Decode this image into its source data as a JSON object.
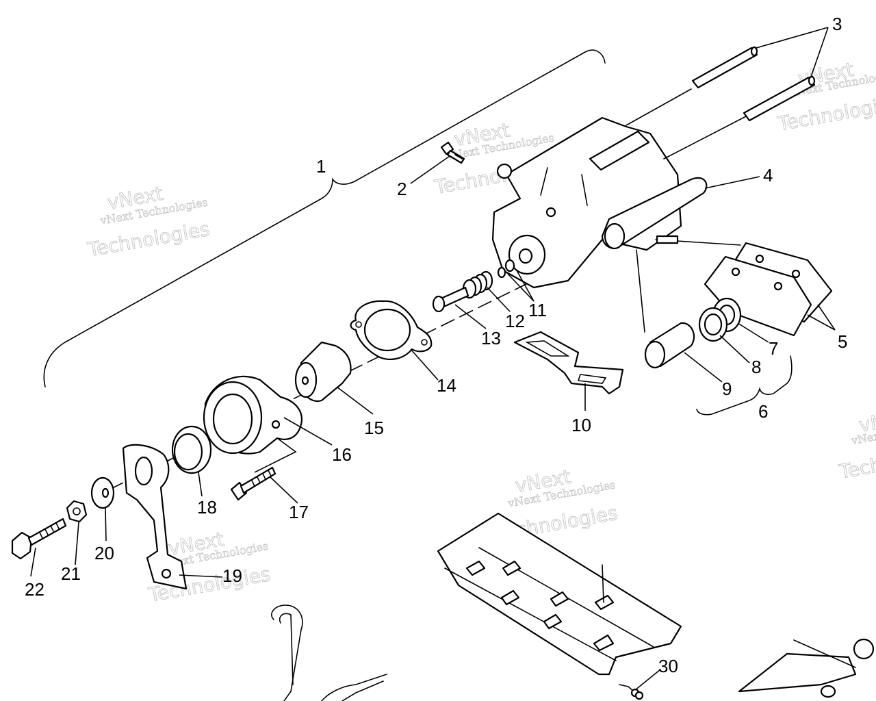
{
  "watermark": {
    "text_small": "vNext Technologies",
    "text_line1": "vNext",
    "text_line2": "Technologies"
  },
  "callouts": {
    "c1": "1",
    "c2": "2",
    "c3": "3",
    "c4": "4",
    "c5": "5",
    "c6": "6",
    "c7": "7",
    "c8": "8",
    "c9": "9",
    "c10": "10",
    "c11": "11",
    "c12": "12",
    "c13": "13",
    "c14": "14",
    "c15": "15",
    "c16": "16",
    "c17": "17",
    "c18": "18",
    "c19": "19",
    "c20": "20",
    "c21": "21",
    "c22": "22",
    "c30": "30"
  },
  "colors": {
    "ink": "#000000",
    "paper": "#ffffff",
    "watermark": "#c4c4c4"
  }
}
